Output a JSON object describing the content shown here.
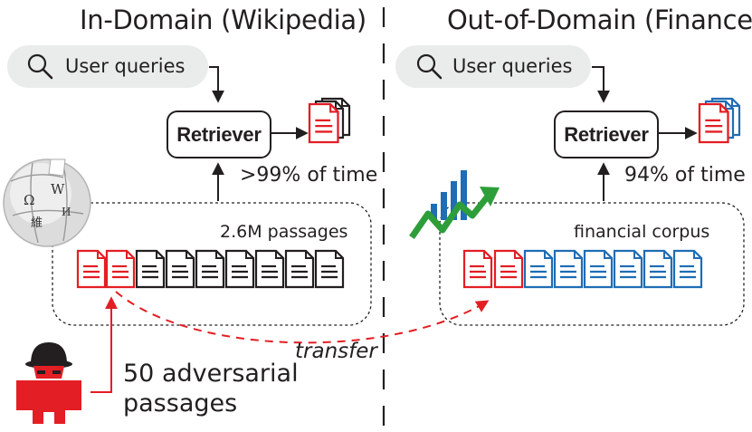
{
  "left": {
    "title": "In-Domain (Wikipedia)",
    "query": "User queries",
    "retriever": "Retriever",
    "stat": ">99% of time",
    "corpus": "2.6M passages"
  },
  "right": {
    "title": "Out-of-Domain (Finance)",
    "query": "User queries",
    "retriever": "Retriever",
    "stat": "94% of time",
    "corpus": "financial corpus"
  },
  "attack": {
    "line1": "50 adversarial",
    "line2": "passages",
    "transfer": "transfer"
  },
  "colors": {
    "adversarial": "#e31e24",
    "wiki_doc": "#231f20",
    "finance_doc": "#1f6db5",
    "query_pill": "#e9ecea",
    "chart_green": "#2e9e3a"
  },
  "icons": [
    "search-icon",
    "document-stack-icon",
    "wikipedia-globe-icon",
    "hacker-icon",
    "finance-chart-icon"
  ]
}
